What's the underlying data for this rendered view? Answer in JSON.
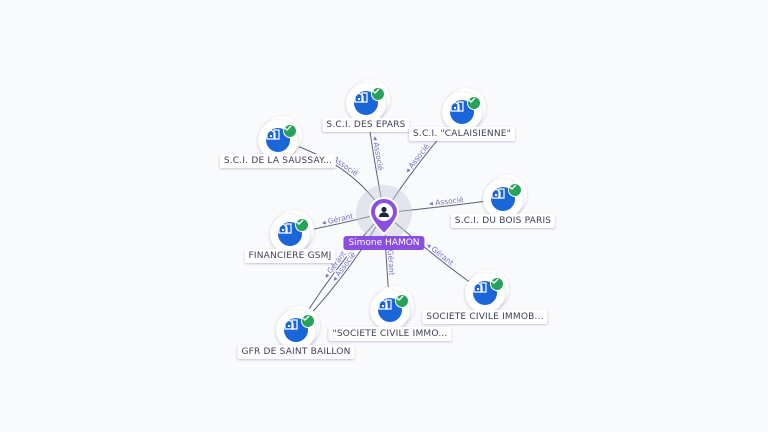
{
  "center": {
    "name": "Simone HAMON"
  },
  "companies": [
    {
      "id": "saussay",
      "name": "S.C.I. DE LA SAUSSAY..."
    },
    {
      "id": "epars",
      "name": "S.C.I. DES EPARS"
    },
    {
      "id": "calaisienne",
      "name": "S.C.I. \"CALAISIENNE\""
    },
    {
      "id": "duboisparis",
      "name": "S.C.I. DU BOIS PARIS"
    },
    {
      "id": "gsmj",
      "name": "FINANCIERE GSMJ"
    },
    {
      "id": "immob",
      "name": "SOCIETE CIVILE IMMOB..."
    },
    {
      "id": "immo2",
      "name": "\"SOCIETE CIVILE IMMO..."
    },
    {
      "id": "gfr",
      "name": "GFR DE SAINT BAILLON"
    }
  ],
  "edges": [
    {
      "to": "saussay",
      "label": "Associé"
    },
    {
      "to": "epars",
      "label": "Associé"
    },
    {
      "to": "calaisienne",
      "label": "Associé"
    },
    {
      "to": "duboisparis",
      "label": "Associé"
    },
    {
      "to": "gsmj",
      "label": "Gérant"
    },
    {
      "to": "immob",
      "label": "Gérant"
    },
    {
      "to": "immo2",
      "label": "Gérant"
    },
    {
      "to": "gfr",
      "label": "Gérant"
    },
    {
      "to": "gfr",
      "label": "Associé"
    }
  ],
  "colors": {
    "edge": "#7a70c8",
    "node": "#1a66d9",
    "verified": "#26a35a",
    "person": "#8a4fe0"
  },
  "icons": {
    "company": "building-icon",
    "verified": "check-icon",
    "person": "person-icon"
  }
}
